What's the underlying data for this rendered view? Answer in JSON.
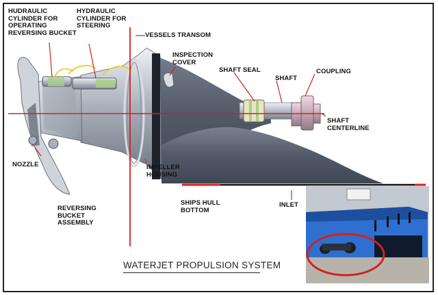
{
  "title": "WATERJET PROPULSION SYSTEM",
  "labels": {
    "hydraulic_bucket": "HUDRAULIC\nCYLINDER FOR\nOPERATING\nREVERSING BUCKET",
    "hydraulic_steering": "HYDRAULIC\nCYLINDER FOR\nSTEERING",
    "vessels_transom": "VESSELS TRANSOM",
    "inspection_cover": "INSPECTION\nCOVER",
    "shaft_seal": "SHAFT SEAL",
    "shaft": "SHAFT",
    "coupling": "COUPLING",
    "shaft_centerline": "SHAFT\nCENTERLINE",
    "nozzle": "NOZZLE",
    "impeller_housing": "IMPELLER\nHOUSING",
    "reversing_bucket": "REVERSING\nBUCKET\nASSEMBLY",
    "ships_hull_bottom": "SHIPS HULL\nBOTTOM",
    "inlet": "INLET"
  },
  "colors": {
    "line_red": "#d42020",
    "hull_gray": "#5a6270",
    "metal_light": "#c9ced6",
    "hydraulic_green": "#a8d08a",
    "photo_blue": "#2f6fd0"
  }
}
